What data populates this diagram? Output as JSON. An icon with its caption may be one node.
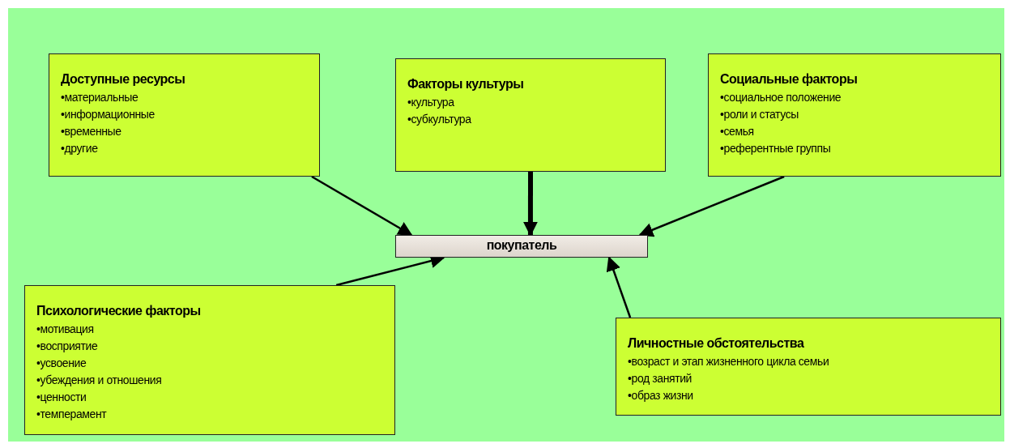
{
  "diagram": {
    "nodes": [
      {
        "text": [
          "Доступные ресурсы",
          "•материальные",
          "•информационные",
          "•временные",
          "•другие"
        ]
      },
      {
        "text": [
          "Факторы культуры",
          "•культура",
          "•субкультура"
        ]
      },
      {
        "text": [
          "Социальные факторы",
          "•социальное положение",
          "•роли и статусы",
          "•семья",
          "•референтные группы"
        ]
      },
      {
        "text": [
          "покупатель"
        ]
      },
      {
        "text": [
          "Психологические факторы",
          "•мотивация",
          "•восприятие",
          "•усвоение",
          "•убеждения и отношения",
          "•ценности",
          "•темперамент"
        ]
      },
      {
        "text": [
          "Личностные обстоятельства",
          "•возраст и этап жизненного цикла семьи",
          "•род занятий",
          "•образ жизни"
        ]
      }
    ],
    "edges": [
      {
        "from": 0,
        "to": 3,
        "arrow": "to"
      },
      {
        "from": 1,
        "to": 3,
        "arrow": "to",
        "style": "thick"
      },
      {
        "from": 2,
        "to": 3,
        "arrow": "to"
      },
      {
        "from": 4,
        "to": 3,
        "arrow": "to"
      },
      {
        "from": 5,
        "to": 3,
        "arrow": "to"
      }
    ]
  }
}
